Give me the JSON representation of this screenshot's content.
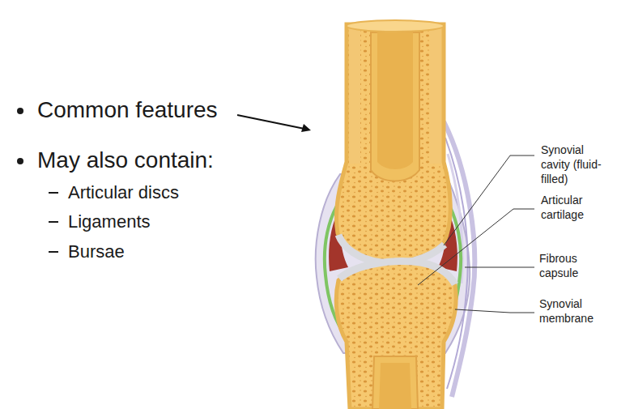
{
  "diagram": {
    "labels": [
      "Common features",
      "May also contain:",
      "Articular discs",
      "Ligaments",
      "Bursae",
      "Synovial cavity (fluid-filled)",
      "Articular cartilage",
      "Fibrous capsule",
      "Synovial membrane"
    ]
  }
}
